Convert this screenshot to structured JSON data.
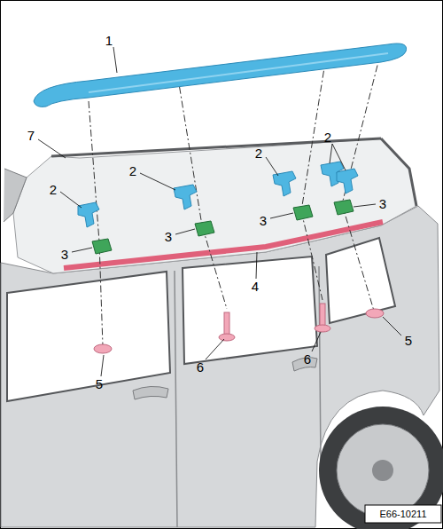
{
  "diagram": {
    "labels": [
      "1",
      "7",
      "2",
      "2",
      "2",
      "2",
      "3",
      "3",
      "3",
      "3",
      "4",
      "5",
      "6",
      "6",
      "5",
      "E66-10211"
    ]
  }
}
